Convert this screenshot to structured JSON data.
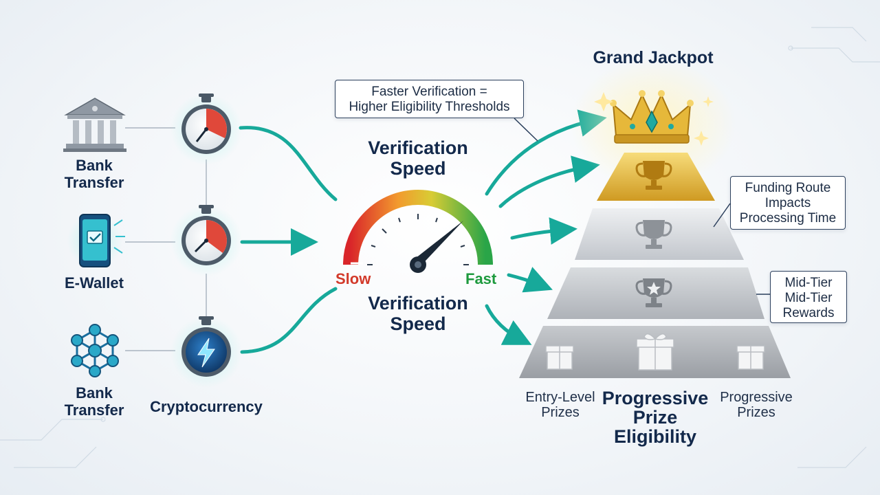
{
  "funding_methods": [
    {
      "label": "Bank\nTransfer",
      "icon": "bank-icon"
    },
    {
      "label": "E-Wallet",
      "icon": "phone-wallet-icon"
    },
    {
      "label": "Bank\nTransfer",
      "icon": "network-icon"
    }
  ],
  "crypto_label": "Cryptocurrency",
  "gauge": {
    "title_top": "Verification\nSpeed",
    "title_bottom": "Verification\nSpeed",
    "slow_label": "Slow",
    "fast_label": "Fast"
  },
  "callouts": {
    "faster": "Faster Verification =\nHigher Eligibility Thresholds",
    "funding": "Funding Route\nImpacts\nProcessing Time",
    "midtier": "Mid-Tier\nMid-Tier\nRewards"
  },
  "pyramid": {
    "top_title": "Grand Jackpot",
    "bottom_labels": {
      "left": "Entry-Level\nPrizes",
      "center": "Progressive\nPrize\nEligibility",
      "right": "Progressive\nPrizes"
    }
  },
  "colors": {
    "teal": "#17a99a",
    "navy": "#13294b",
    "gold": "#e2b53c",
    "silver": "#c9ccd1",
    "slow_red": "#d23a2a",
    "fast_green": "#1e9a3e"
  }
}
